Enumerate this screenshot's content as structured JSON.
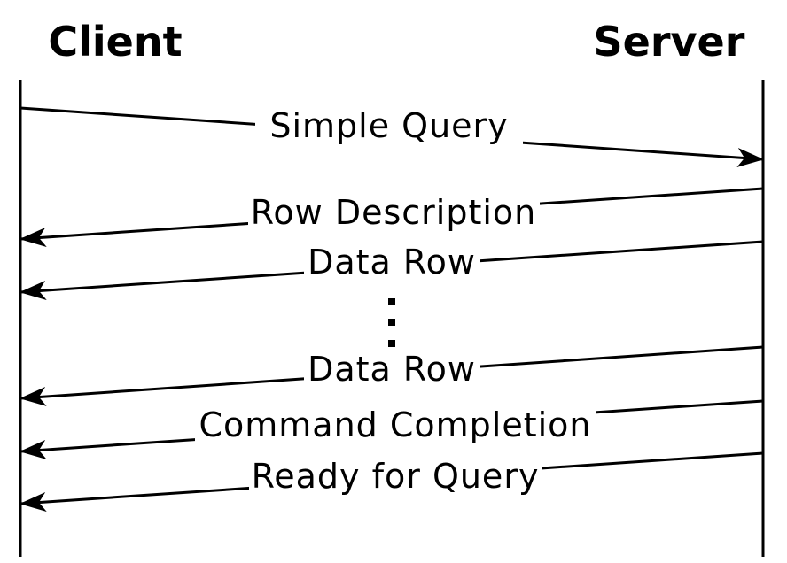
{
  "diagram": {
    "actors": {
      "left": "Client",
      "right": "Server"
    },
    "messages": [
      {
        "label": "Simple Query",
        "from": "Client",
        "to": "Server"
      },
      {
        "label": "Row Description",
        "from": "Server",
        "to": "Client"
      },
      {
        "label": "Data Row",
        "from": "Server",
        "to": "Client"
      },
      {
        "type": "continuation",
        "symbol": "⋮",
        "meaning": "repeated Data Row messages"
      },
      {
        "label": "Data Row",
        "from": "Server",
        "to": "Client"
      },
      {
        "label": "Command Completion",
        "from": "Server",
        "to": "Client"
      },
      {
        "label": "Ready for Query",
        "from": "Server",
        "to": "Client"
      }
    ],
    "colors": {
      "foreground": "#000000",
      "background": "#ffffff"
    }
  }
}
